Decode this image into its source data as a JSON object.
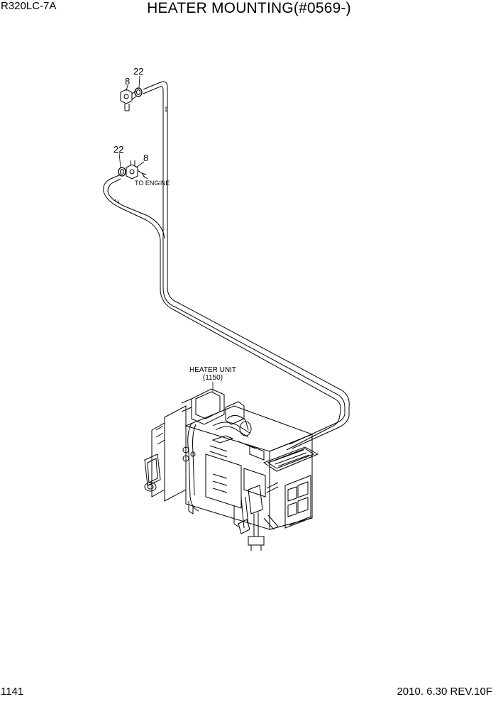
{
  "header": {
    "model": "R320LC-7A",
    "title": "HEATER MOUNTING(#0569-)"
  },
  "footer": {
    "page_number": "1141",
    "date_rev": "2010. 6.30  REV.10F"
  },
  "callouts": {
    "upper_clamp": "22",
    "upper_cock": "8",
    "lower_clamp": "22",
    "lower_cock": "8",
    "to_engine": "TO ENGINE",
    "heater_unit": "HEATER UNIT",
    "heater_unit_code": "(1150)"
  }
}
